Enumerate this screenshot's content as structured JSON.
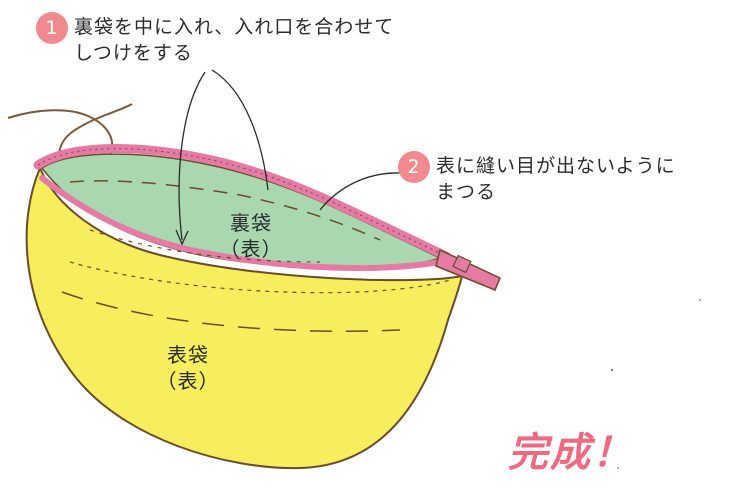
{
  "steps": [
    {
      "number": "1",
      "line1": "裏袋を中に入れ、入れ口を合わせて",
      "line2": "しつけをする"
    },
    {
      "number": "2",
      "line1": "表に縫い目が出ないように",
      "line2": "まつる"
    }
  ],
  "labels": {
    "inner_bag": {
      "line1": "裏袋",
      "line2": "（表）"
    },
    "outer_bag": {
      "line1": "表袋",
      "line2": "（表）"
    }
  },
  "completion": "完成！",
  "colors": {
    "outer_fabric": "#f6ee5c",
    "inner_fabric": "#a9d8b0",
    "zipper": "#e57aa4",
    "accent": "#f08a8f",
    "outline": "#6b4b2a",
    "completion_text": "#ee6a80"
  }
}
